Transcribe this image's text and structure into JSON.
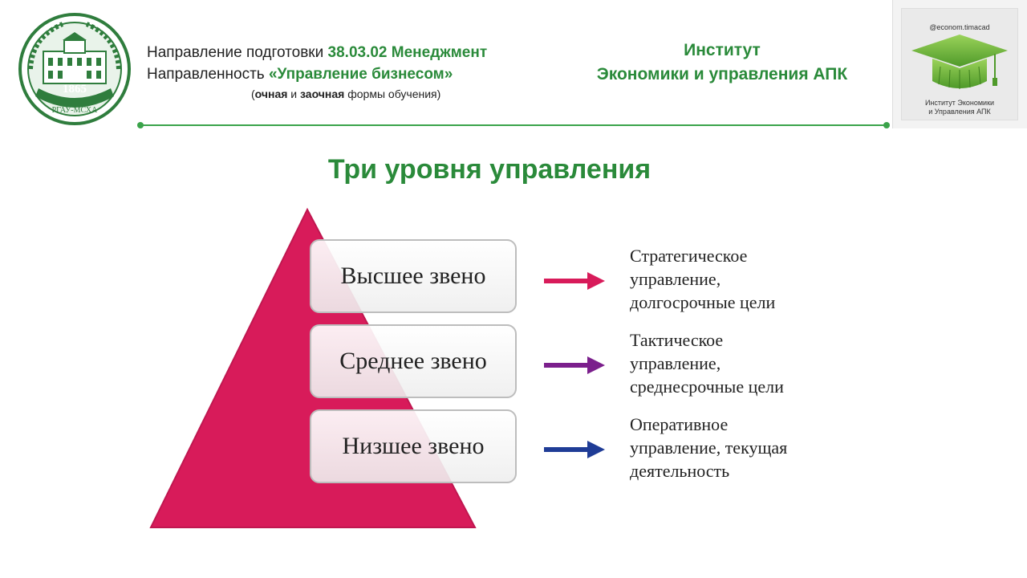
{
  "logo": {
    "year": "1865",
    "name": "РГАУ-МСХА"
  },
  "header": {
    "direction_label": "Направление подготовки",
    "direction_value": "38.03.02 Менеджмент",
    "focus_label": "Направленность",
    "focus_value": "«Управление бизнесом»",
    "forms_open": "(",
    "forms_full": "очная",
    "forms_and": " и ",
    "forms_part": "заочная",
    "forms_rest": " формы обучения)",
    "institute_line1": "Институт",
    "institute_line2": "Экономики и управления АПК"
  },
  "badge": {
    "handle": "@econom.timacad",
    "caption_line1": "Институт Экономики",
    "caption_line2": "и Управления АПК"
  },
  "title": "Три уровня управления",
  "levels": [
    {
      "label": "Высшее звено",
      "desc": [
        "Стратегическое",
        "управление,",
        "долгосрочные цели"
      ]
    },
    {
      "label": "Среднее звено",
      "desc": [
        "Тактическое",
        "управление,",
        "среднесрочные цели"
      ]
    },
    {
      "label": "Низшее звено",
      "desc": [
        "Оперативное",
        "управление, текущая",
        "деятельность"
      ]
    }
  ],
  "colors": {
    "accent_green": "#2a8a3a",
    "pyramid": "#d81b5a",
    "arrow_top": "#d81b5a",
    "arrow_middle": "#7b1f8c",
    "arrow_bottom": "#1f3c96"
  }
}
